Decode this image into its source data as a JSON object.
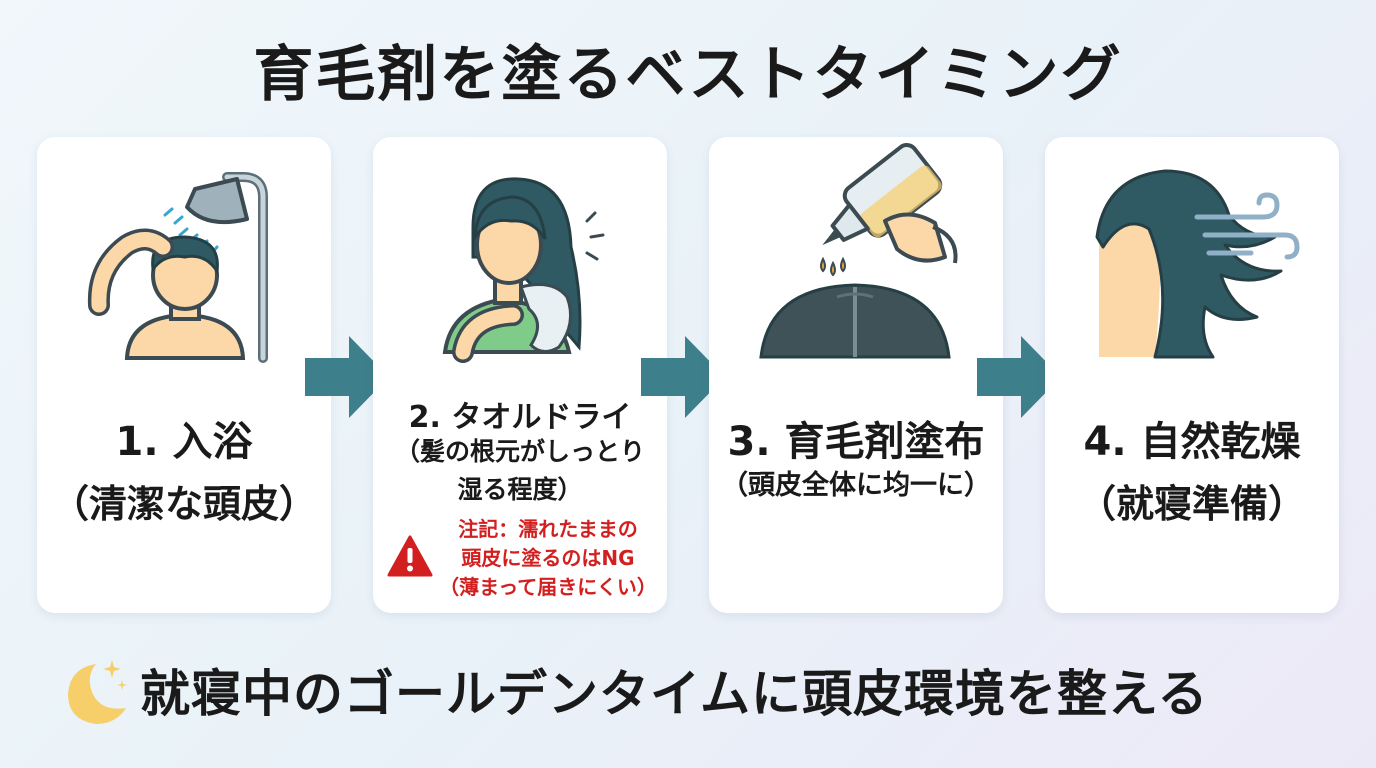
{
  "title": "育毛剤を塗るベストタイミング",
  "steps": [
    {
      "label": "1. 入浴",
      "sub": "（清潔な頭皮）"
    },
    {
      "label": "2. タオルドライ",
      "sub": "（髪の根元がしっとり湿る程度）",
      "warning": {
        "lines": [
          "注記：濡れたままの",
          "頭皮に塗るのはNG",
          "（薄まって届きにくい）"
        ]
      }
    },
    {
      "label": "3. 育毛剤塗布",
      "sub": "（頭皮全体に均一に）"
    },
    {
      "label": "4. 自然乾燥",
      "sub": "（就寝準備）"
    }
  ],
  "footer": "就寝中のゴールデンタイムに頭皮環境を整える",
  "icons": {
    "step1": "shower-icon",
    "step2": "towel-dry-icon",
    "step3": "applicator-bottle-icon",
    "step4": "wind-dry-icon",
    "warning": "warning-triangle-icon",
    "footer": "moon-stars-icon",
    "arrow": "right-arrow-icon"
  },
  "colors": {
    "arrow": "#3d7f8a",
    "warning": "#d21f1f",
    "hair": "#2f5a63",
    "skin": "#fcd7a8",
    "shirt": "#7fcc8a",
    "moon": "#f6cf6b"
  }
}
